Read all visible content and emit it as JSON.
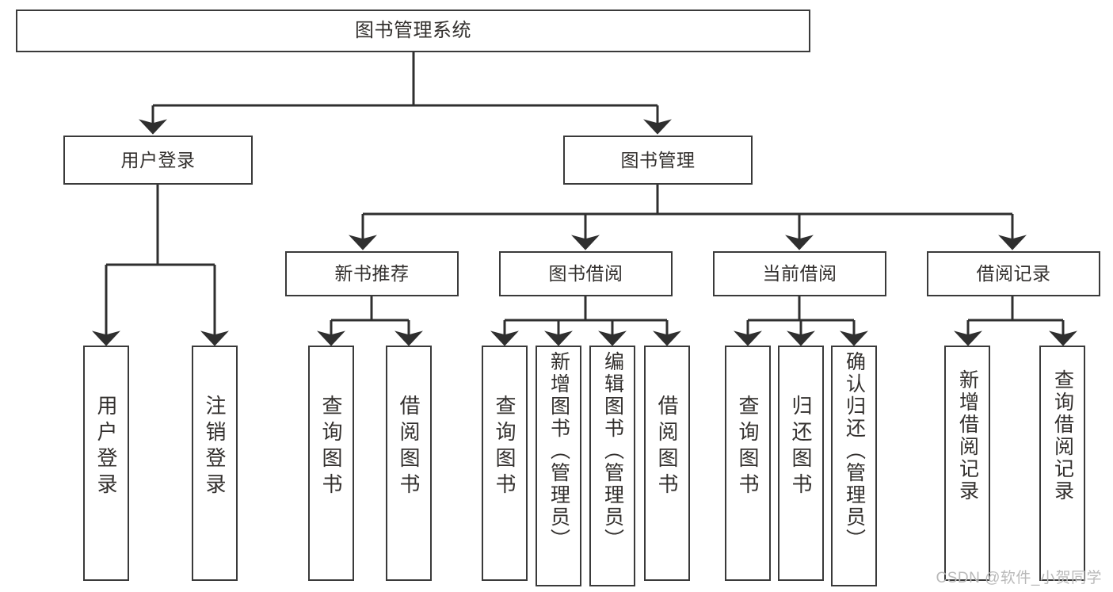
{
  "diagram": {
    "type": "tree-hierarchy-diagram",
    "title_node": "图书管理系统",
    "theme": {
      "background": "#ffffff",
      "box_border": "#3a3a3a",
      "box_fill": "#ffffff",
      "text": "#33302e",
      "connector": "#2f2f2f",
      "watermark": "#b9b9b9"
    },
    "levels": {
      "level1": [
        "图书管理系统"
      ],
      "level2": [
        "用户登录",
        "图书管理"
      ],
      "level3": [
        "新书推荐",
        "图书借阅",
        "当前借阅",
        "借阅记录"
      ],
      "level4": [
        "用户登录",
        "注销登录",
        "查询图书",
        "借阅图书",
        "查询图书",
        "新增图书（管理员）",
        "编辑图书（管理员）",
        "借阅图书",
        "查询图书",
        "归还图书",
        "确认归还（管理员）",
        "新增借阅记录",
        "查询借阅记录"
      ]
    },
    "nodes": {
      "root": {
        "label": "图书管理系统"
      },
      "user_login": {
        "label": "用户登录"
      },
      "book_manage": {
        "label": "图书管理"
      },
      "new_book_rec": {
        "label": "新书推荐"
      },
      "book_borrow": {
        "label": "图书借阅"
      },
      "current_borrow": {
        "label": "当前借阅"
      },
      "borrow_record": {
        "label": "借阅记录"
      },
      "leaf_user_login": {
        "label": "用户登录"
      },
      "leaf_user_logout": {
        "label": "注销登录"
      },
      "leaf_rec_query": {
        "label": "查询图书"
      },
      "leaf_rec_borrow": {
        "label": "借阅图书"
      },
      "leaf_borrow_query": {
        "label": "查询图书"
      },
      "leaf_borrow_add": {
        "label": "新增图书（管理员）"
      },
      "leaf_borrow_edit": {
        "label": "编辑图书（管理员）"
      },
      "leaf_borrow_take": {
        "label": "借阅图书"
      },
      "leaf_cur_query": {
        "label": "查询图书"
      },
      "leaf_cur_return": {
        "label": "归还图书"
      },
      "leaf_cur_confirm": {
        "label": "确认归还（管理员）"
      },
      "leaf_rec_add": {
        "label": "新增借阅记录"
      },
      "leaf_rec_search": {
        "label": "查询借阅记录"
      }
    },
    "watermark": "CSDN @软件_小贺同学"
  }
}
